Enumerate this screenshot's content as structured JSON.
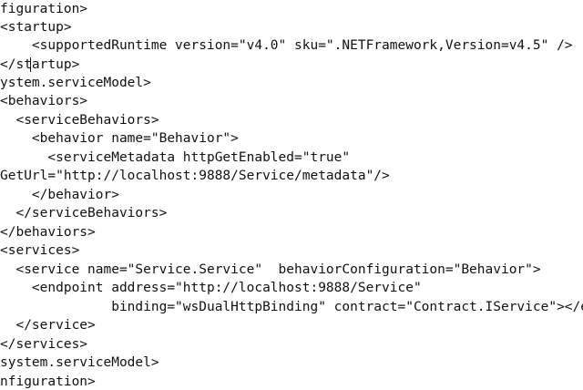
{
  "editor": {
    "lines": [
      "figuration>",
      "<startup>",
      "    <supportedRuntime version=\"v4.0\" sku=\".NETFramework,Version=v4.5\" />",
      "</startup>",
      "ystem.serviceModel>",
      "<behaviors>",
      "  <serviceBehaviors>",
      "    <behavior name=\"Behavior\">",
      "      <serviceMetadata httpGetEnabled=\"true\"",
      "GetUrl=\"http://localhost:9888/Service/metadata\"/>",
      "    </behavior>",
      "  </serviceBehaviors>",
      "</behaviors>",
      "<services>",
      "  <service name=\"Service.Service\"  behaviorConfiguration=\"Behavior\">",
      "    <endpoint address=\"http://localhost:9888/Service\"",
      "              binding=\"wsDualHttpBinding\" contract=\"Contract.IService\"></endpoint>",
      "  </service>",
      "</services>",
      "system.serviceModel>",
      "nfiguration>"
    ]
  },
  "colors": {
    "text": "#111111",
    "background": "#ffffff"
  }
}
